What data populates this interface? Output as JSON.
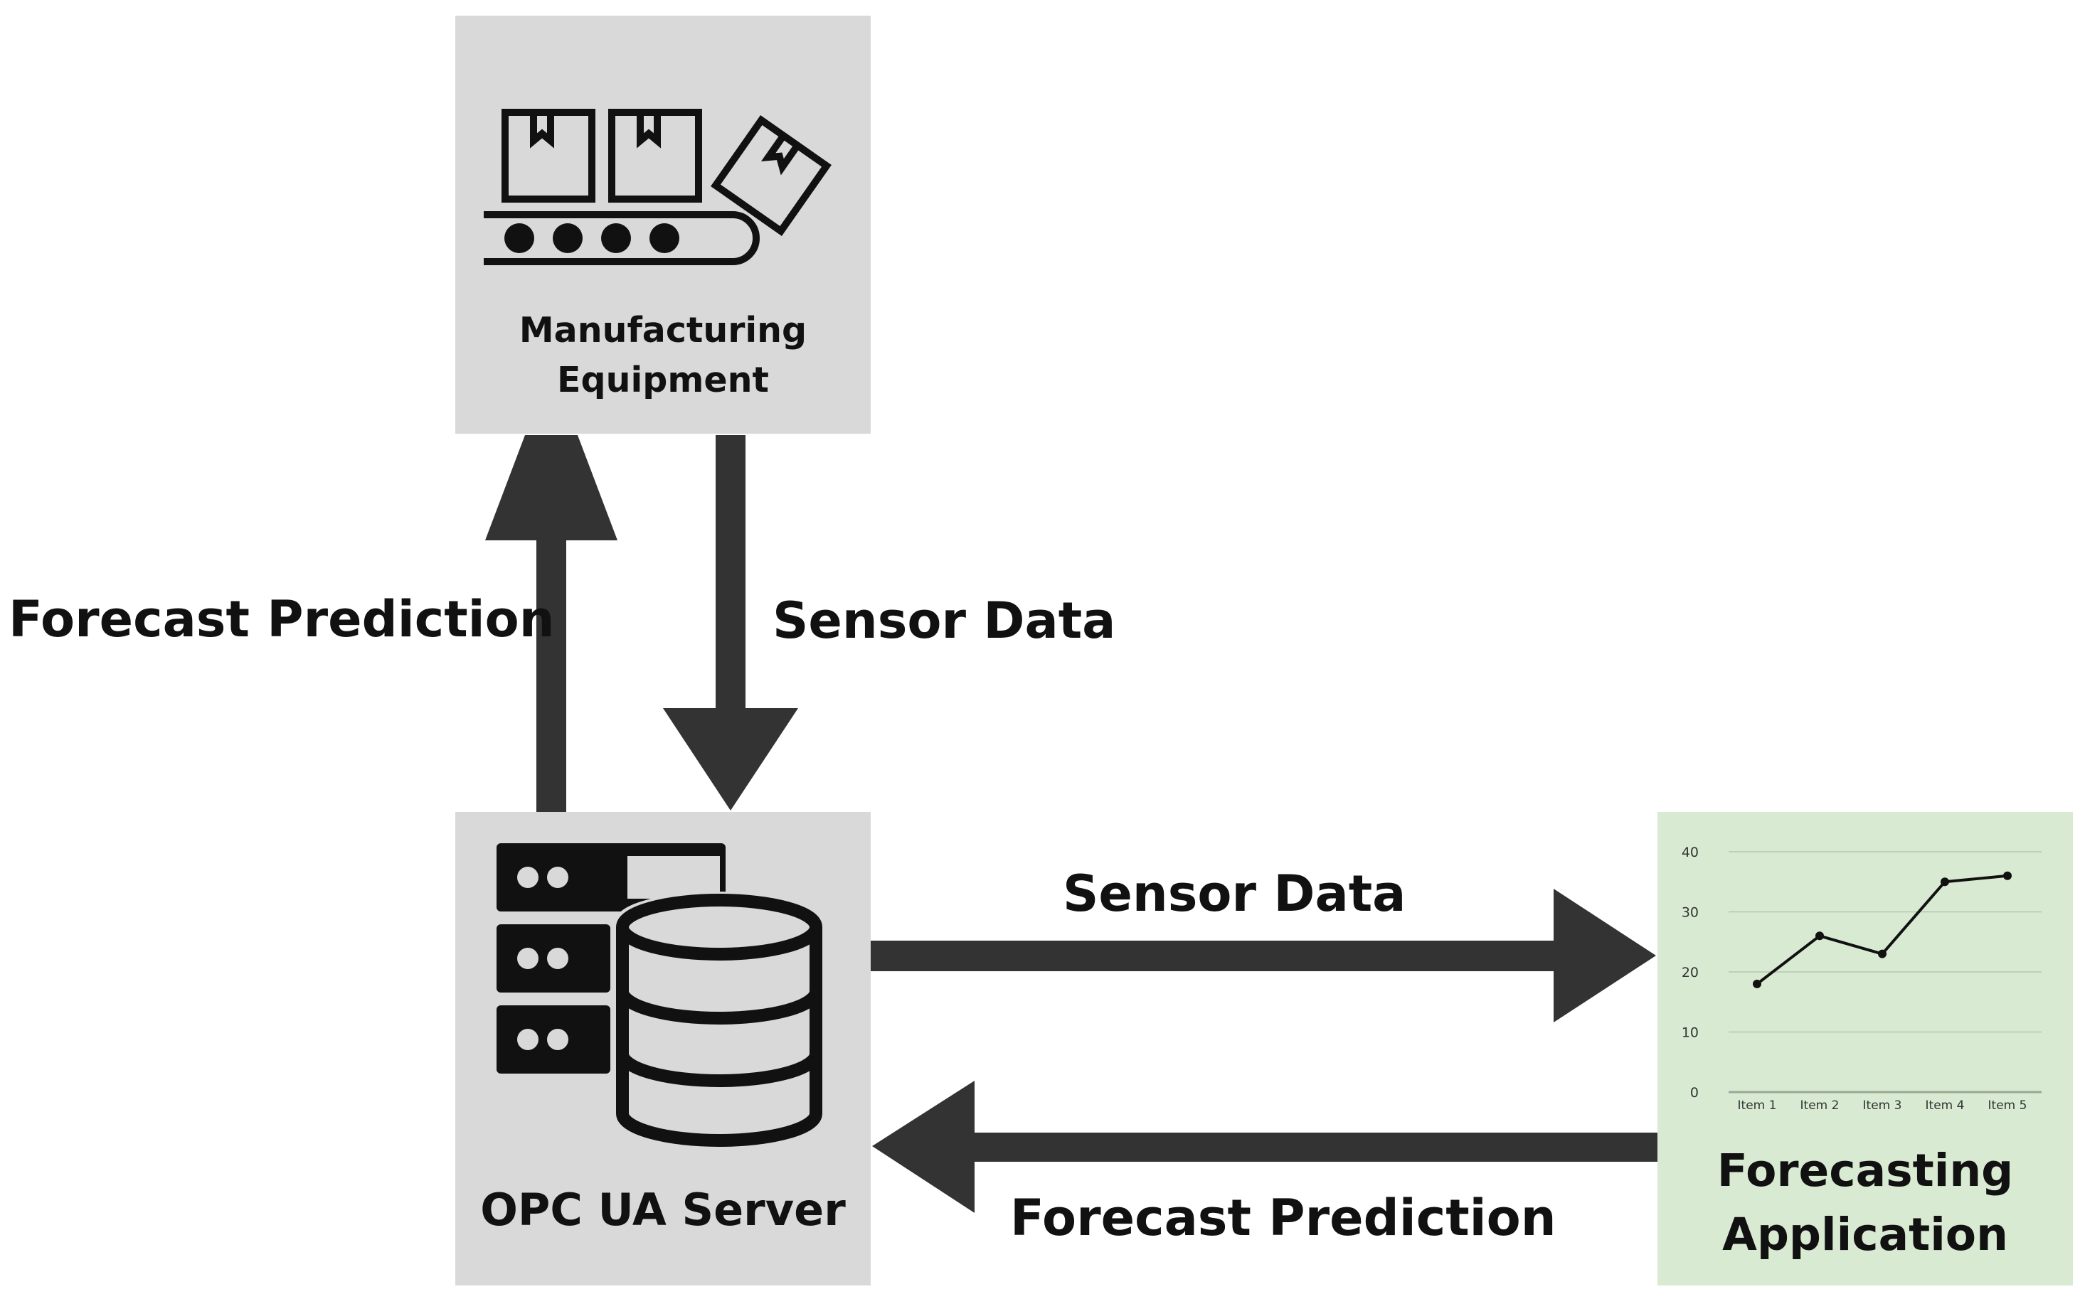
{
  "colors": {
    "box_gray": "#d9d9d9",
    "box_green": "#d9ead3",
    "arrow": "#333333",
    "text": "#111111"
  },
  "nodes": {
    "equipment": {
      "title_line1": "Manufacturing",
      "title_line2": "Equipment",
      "icon": "conveyor-belt-icon"
    },
    "server": {
      "title": "OPC UA Server",
      "icon": "database-server-icon"
    },
    "forecasting": {
      "title_line1": "Forecasting",
      "title_line2": "Application",
      "icon": "line-chart-icon"
    }
  },
  "edges": {
    "forecast_up": "Forecast Prediction",
    "sensor_down": "Sensor Data",
    "sensor_right": "Sensor Data",
    "forecast_left": "Forecast Prediction"
  },
  "chart_data": {
    "type": "line",
    "categories": [
      "Item 1",
      "Item 2",
      "Item 3",
      "Item 4",
      "Item 5"
    ],
    "values": [
      18,
      26,
      23,
      35,
      36
    ],
    "ylim": [
      0,
      40
    ],
    "yticks": [
      0,
      10,
      20,
      30,
      40
    ],
    "grid": true
  }
}
